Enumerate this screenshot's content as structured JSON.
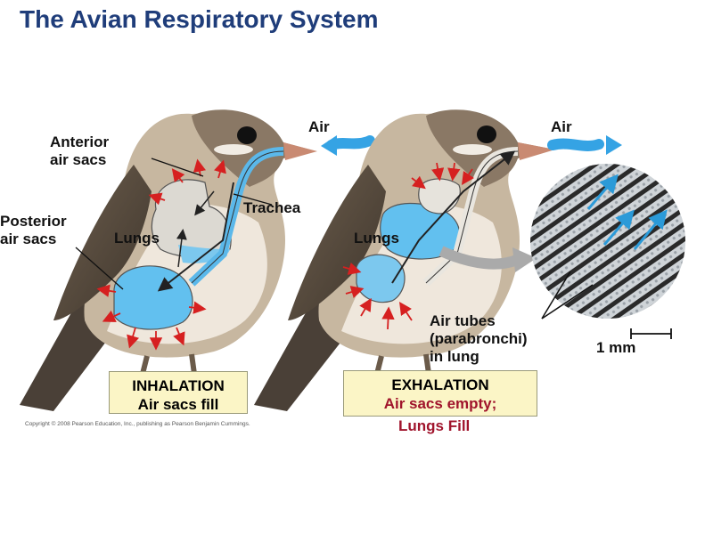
{
  "title": "The Avian Respiratory System",
  "labels": {
    "anterior_air_sacs": [
      "Anterior",
      "air sacs"
    ],
    "posterior_air_sacs": [
      "Posterior",
      "air sacs"
    ],
    "trachea": "Trachea",
    "lungs_left": "Lungs",
    "lungs_right": "Lungs",
    "air_left": "Air",
    "air_right": "Air",
    "air_tubes": [
      "Air tubes",
      "(parabronchi)",
      "in lung"
    ],
    "scale": "1 mm"
  },
  "inhalation": {
    "heading": "INHALATION",
    "caption": "Air sacs fill"
  },
  "exhalation": {
    "heading": "EXHALATION",
    "caption_1": "Air sacs empty;",
    "caption_2": "Lungs Fill"
  },
  "copyright": "Copyright © 2008 Pearson Education, Inc., publishing as Pearson Benjamin Cummings.",
  "colors": {
    "title": "#1f3d7a",
    "air_blue": "#5bb8ea",
    "air_sac_blue": "#62c0ef",
    "lung_gray": "#dcd9d2",
    "flow_arrow_red": "#d62020",
    "caption_red": "#a0142c",
    "box_fill": "#fbf5c6"
  }
}
